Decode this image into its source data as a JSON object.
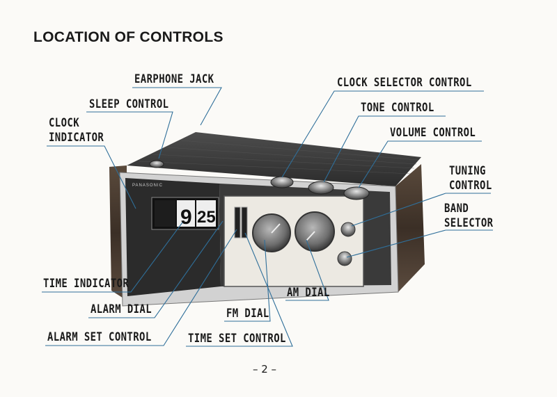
{
  "title": "LOCATION OF CONTROLS",
  "labels": {
    "earphone_jack": "EARPHONE JACK",
    "sleep_control": "SLEEP CONTROL",
    "clock_indicator_1": "CLOCK",
    "clock_indicator_2": "INDICATOR",
    "clock_selector": "CLOCK SELECTOR CONTROL",
    "tone_control": "TONE CONTROL",
    "volume_control": "VOLUME CONTROL",
    "tuning_control_1": "TUNING",
    "tuning_control_2": "CONTROL",
    "band_selector_1": "BAND",
    "band_selector_2": "SELECTOR",
    "time_indicator": "TIME INDICATOR",
    "alarm_dial": "ALARM DIAL",
    "alarm_set_control": "ALARM SET CONTROL",
    "fm_dial": "FM DIAL",
    "am_dial": "AM DIAL",
    "time_set_control": "TIME SET CONTROL"
  },
  "device": {
    "brand": "PANASONIC",
    "clock_hour": "9",
    "clock_minutes": "25"
  },
  "page_number": "– 2 –"
}
